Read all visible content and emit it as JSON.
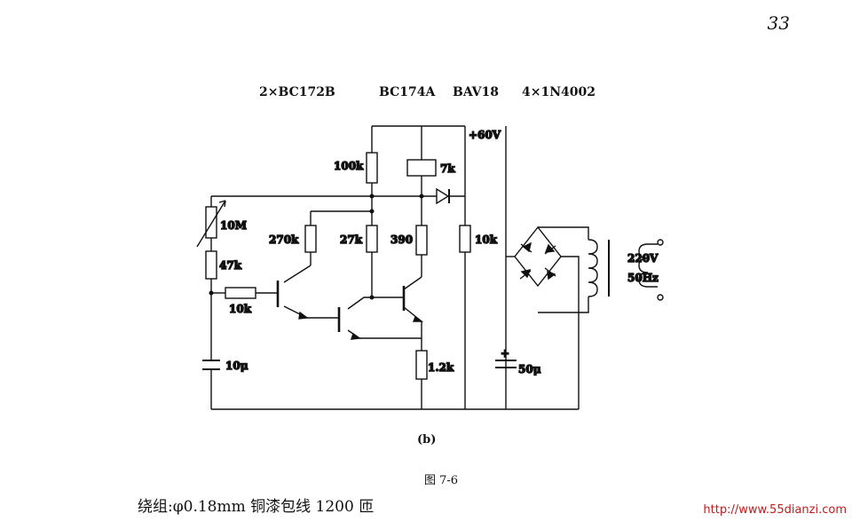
{
  "page_number": "33",
  "header_parts": [
    "2×BC172B",
    "BC174A",
    "BAV18",
    "4×1N4002"
  ],
  "components": {
    "r_100k": "100k",
    "relay_7k": "7k",
    "supply_label": "+60V",
    "pot_10M": "10M",
    "r_47k": "47k",
    "r_270k": "270k",
    "r_27k": "27k",
    "r_390": "390",
    "r_10k_div": "10k",
    "r_10k_base": "10k",
    "c_10u": "10μ",
    "r_1_2k": "1.2k",
    "c_50u": "50μ",
    "c_plus": "+",
    "mains_voltage": "220V",
    "mains_freq": "50Hz"
  },
  "subfigure_label": "(b)",
  "figure_title": "图 7-6",
  "winding_note": "绕组:φ0.18mm 铜漆包线 1200 匝",
  "watermark": "http://www.55dianzi.com",
  "colors": {
    "ink": "#111111",
    "watermark": "#c61a1a",
    "paper": "#ffffff"
  }
}
